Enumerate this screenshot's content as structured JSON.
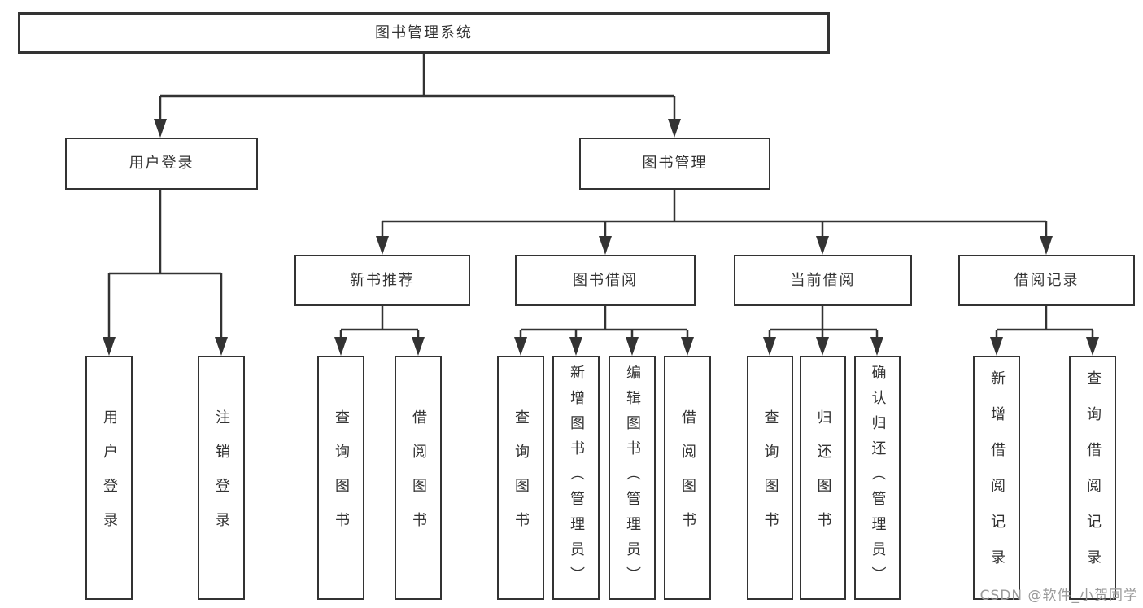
{
  "diagram": {
    "title": "图书管理系统",
    "watermark": "CSDN @软件_小贺同学",
    "colors": {
      "line": "#333333",
      "text": "#333333",
      "box_background": "#ffffff",
      "watermark": "#9a9a9a"
    },
    "nodes": [
      {
        "id": "root",
        "label": "图书管理系统",
        "level": 1,
        "parent": null
      },
      {
        "id": "user-login",
        "label": "用户登录",
        "level": 2,
        "parent": "root"
      },
      {
        "id": "book-management",
        "label": "图书管理",
        "level": 2,
        "parent": "root"
      },
      {
        "id": "new-book-recommend",
        "label": "新书推荐",
        "level": 3,
        "parent": "book-management"
      },
      {
        "id": "book-borrow",
        "label": "图书借阅",
        "level": 3,
        "parent": "book-management"
      },
      {
        "id": "current-borrow",
        "label": "当前借阅",
        "level": 3,
        "parent": "book-management"
      },
      {
        "id": "borrow-record",
        "label": "借阅记录",
        "level": 3,
        "parent": "book-management"
      },
      {
        "id": "leaf-user-login",
        "label": "用户登录",
        "level": 4,
        "parent": "user-login"
      },
      {
        "id": "leaf-logout",
        "label": "注销登录",
        "level": 4,
        "parent": "user-login"
      },
      {
        "id": "leaf-nb-query-book",
        "label": "查询图书",
        "level": 4,
        "parent": "new-book-recommend"
      },
      {
        "id": "leaf-nb-borrow-book",
        "label": "借阅图书",
        "level": 4,
        "parent": "new-book-recommend"
      },
      {
        "id": "leaf-bb-query-book",
        "label": "查询图书",
        "level": 4,
        "parent": "book-borrow"
      },
      {
        "id": "leaf-bb-add-book",
        "label": "新增图书（管理员）",
        "level": 4,
        "parent": "book-borrow"
      },
      {
        "id": "leaf-bb-edit-book",
        "label": "编辑图书（管理员）",
        "level": 4,
        "parent": "book-borrow"
      },
      {
        "id": "leaf-bb-borrow-book",
        "label": "借阅图书",
        "level": 4,
        "parent": "book-borrow"
      },
      {
        "id": "leaf-cb-query-book",
        "label": "查询图书",
        "level": 4,
        "parent": "current-borrow"
      },
      {
        "id": "leaf-cb-return-book",
        "label": "归还图书",
        "level": 4,
        "parent": "current-borrow"
      },
      {
        "id": "leaf-cb-confirm-return",
        "label": "确认归还（管理员）",
        "level": 4,
        "parent": "current-borrow"
      },
      {
        "id": "leaf-br-add-record",
        "label": "新增借阅记录",
        "level": 4,
        "parent": "borrow-record"
      },
      {
        "id": "leaf-br-query-record",
        "label": "查询借阅记录",
        "level": 4,
        "parent": "borrow-record"
      }
    ]
  }
}
